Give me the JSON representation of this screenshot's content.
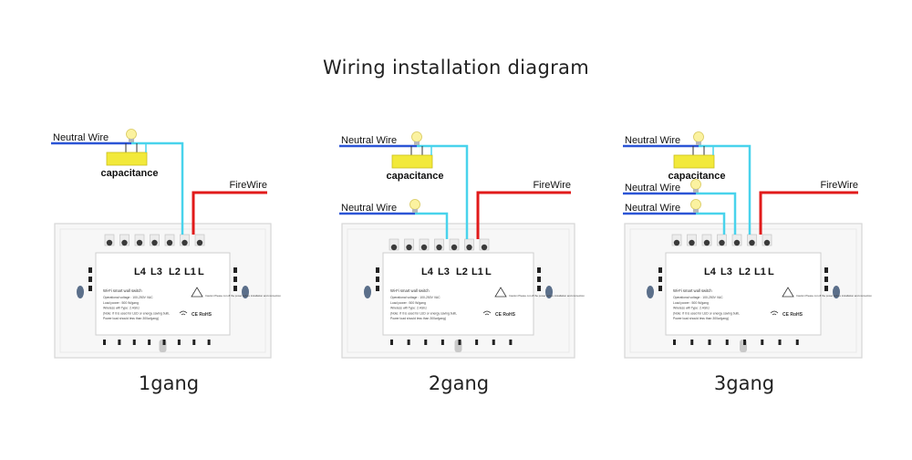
{
  "title": "Wiring installation diagram",
  "colors": {
    "neutral_line": "#2c55d6",
    "bulb_wire": "#49d3ec",
    "fire_wire": "#e11a1a",
    "capacitor": "#f2e93a",
    "bulb": "#fbf2a0",
    "plate": "#f7f7f7",
    "module": "#ffffff",
    "terminal_fill": "#c9862e"
  },
  "icons": [
    "light-bulb-icon",
    "capacitor-icon",
    "warning-icon",
    "wifi-icon"
  ],
  "module_text": {
    "product": "Wi-Fi smart wall switch",
    "lines": [
      "Operational voltage : 100-250V VAC",
      "Load power : 500 W/gang",
      "Wireless wifi Type: 2.4Ghz",
      "(Note: If it is used for LED or energy saving bulb,",
      "Power load should less than 300w/gang)"
    ],
    "warning": "Caution Please cut off the power before installation and connection",
    "cert": "CE RoHS"
  },
  "diagrams": [
    {
      "id": "1gang",
      "label": "1gang",
      "neutral_wires": [
        "Neutral Wire"
      ],
      "fire_wire": "FireWire",
      "capacitance": "capacitance",
      "terminals": [
        "L4",
        "L3",
        "L2",
        "L1",
        "L"
      ]
    },
    {
      "id": "2gang",
      "label": "2gang",
      "neutral_wires": [
        "Neutral Wire",
        "Neutral Wire"
      ],
      "fire_wire": "FireWire",
      "capacitance": "capacitance",
      "terminals": [
        "L4",
        "L3",
        "L2",
        "L1",
        "L"
      ]
    },
    {
      "id": "3gang",
      "label": "3gang",
      "neutral_wires": [
        "Neutral Wire",
        "Neutral Wire",
        "Neutral Wire"
      ],
      "fire_wire": "FireWire",
      "capacitance": "capacitance",
      "terminals": [
        "L4",
        "L3",
        "L2",
        "L1",
        "L"
      ]
    }
  ]
}
